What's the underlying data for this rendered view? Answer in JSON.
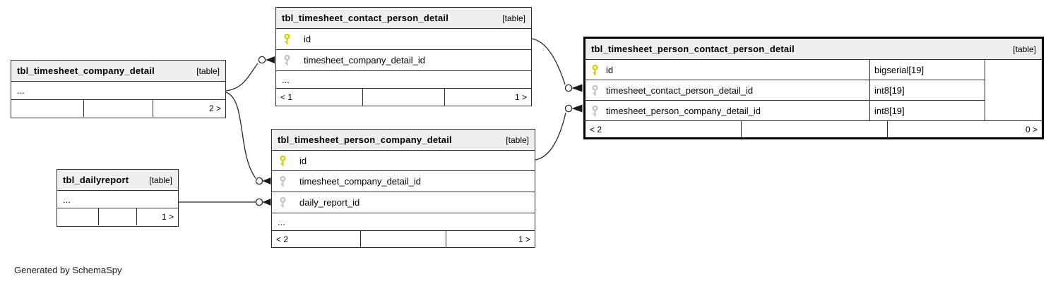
{
  "caption": "Generated by SchemaSpy",
  "colors": {
    "primary_key_icon": "#d2d200",
    "foreign_key_icon": "#c4c4c4",
    "header_background": "#efefef",
    "border": "#2f2f2f",
    "focus_border": "#000000"
  },
  "tables": {
    "company": {
      "title": "tbl_timesheet_company_detail",
      "badge": "[table]",
      "ellipsis": "...",
      "footer": {
        "left": "",
        "mid": "",
        "right": "2 >"
      }
    },
    "contact": {
      "title": "tbl_timesheet_contact_person_detail",
      "badge": "[table]",
      "columns": [
        {
          "name": "id",
          "key": "pk"
        },
        {
          "name": "timesheet_company_detail_id",
          "key": "fk"
        }
      ],
      "ellipsis": "...",
      "footer": {
        "left": "< 1",
        "mid": "",
        "right": "1 >"
      }
    },
    "person_contact": {
      "title": "tbl_timesheet_person_contact_person_detail",
      "badge": "[table]",
      "columns": [
        {
          "name": "id",
          "key": "pk",
          "type": "bigserial[19]"
        },
        {
          "name": "timesheet_contact_person_detail_id",
          "key": "fk",
          "type": "int8[19]"
        },
        {
          "name": "timesheet_person_company_detail_id",
          "key": "fk",
          "type": "int8[19]"
        }
      ],
      "footer": {
        "left": "< 2",
        "mid": "",
        "right": "0 >"
      }
    },
    "person_company": {
      "title": "tbl_timesheet_person_company_detail",
      "badge": "[table]",
      "columns": [
        {
          "name": "id",
          "key": "pk"
        },
        {
          "name": "timesheet_company_detail_id",
          "key": "fk"
        },
        {
          "name": "daily_report_id",
          "key": "fk"
        }
      ],
      "ellipsis": "...",
      "footer": {
        "left": "< 2",
        "mid": "",
        "right": "1 >"
      }
    },
    "dailyreport": {
      "title": "tbl_dailyreport",
      "badge": "[table]",
      "ellipsis": "...",
      "footer": {
        "left": "",
        "mid": "",
        "right": "1 >"
      }
    }
  }
}
